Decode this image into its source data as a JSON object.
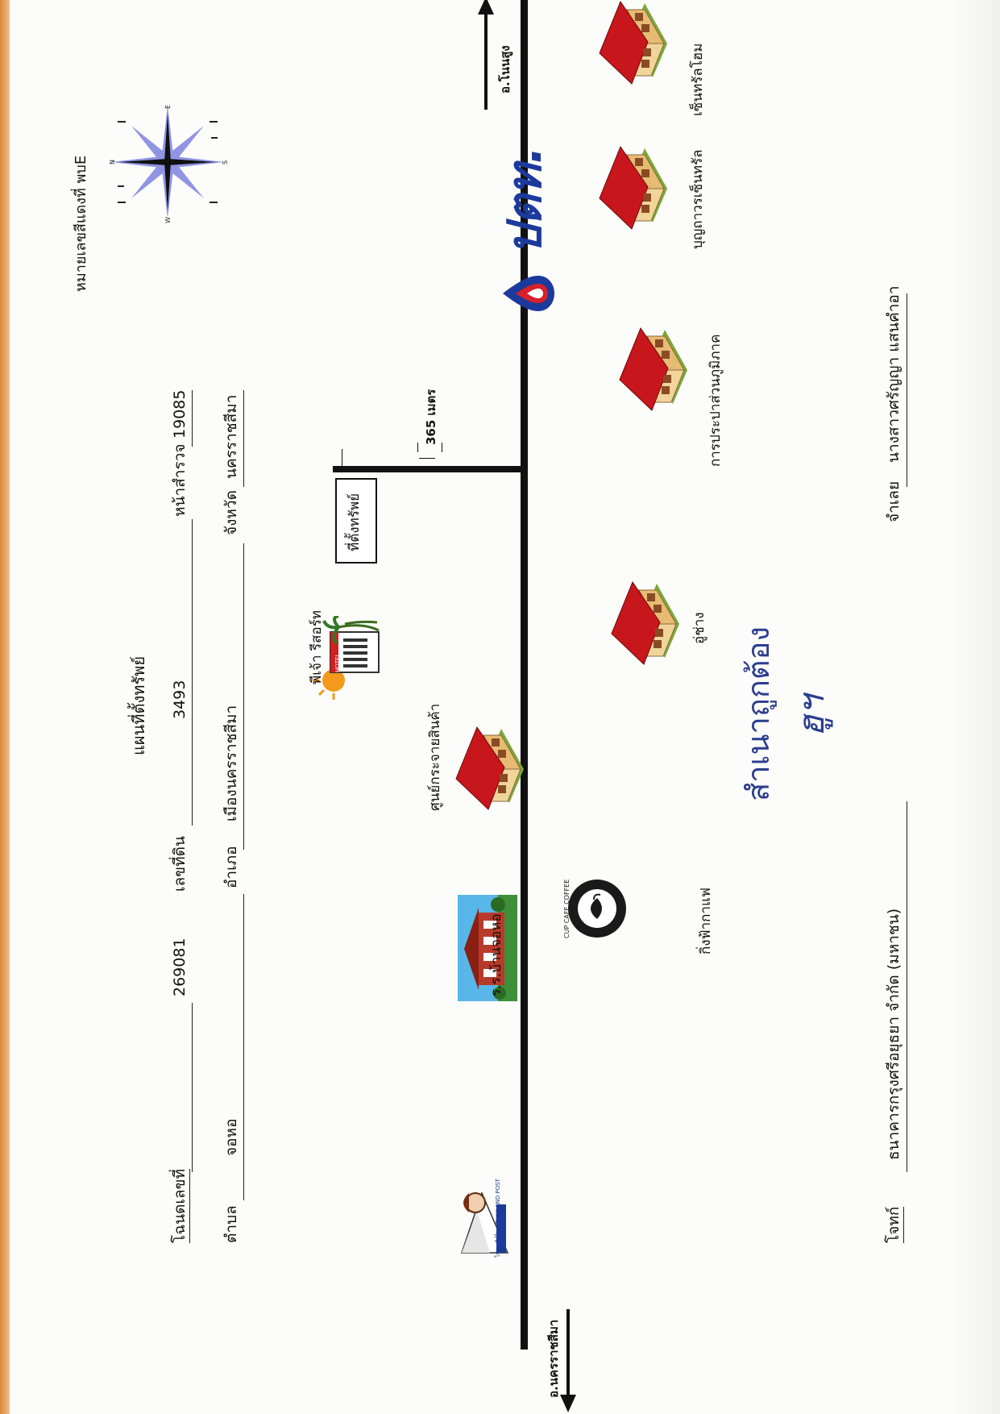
{
  "header": {
    "title": "แผนที่ตั้งทรัพย์",
    "marker_note": "หมายเลขสีแดงที่ พบE"
  },
  "fields": {
    "deed_label": "โฉนดเลขที่",
    "deed_value": "269081",
    "land_no_label": "เลขที่ดิน",
    "land_no_value": "3493",
    "survey_label": "หน้าสำรวจ",
    "survey_value": "19085",
    "subdistrict_label": "ตำบล",
    "subdistrict_value": "จอหอ",
    "district_label": "อำเภอ",
    "district_value": "เมืองนครราชสีมา",
    "province_label": "จังหวัด",
    "province_value": "นครราชสีมา"
  },
  "map": {
    "direction_left": "อ.นครราชสีมา",
    "direction_right": "อ.โนนสูง",
    "distance_label": "365 เมตร",
    "property_label": "ที่ตั้งทรัพย์",
    "brand_ptt": "ปตท.",
    "cafe_logo_text": "CUP CAFE COFFEE",
    "post_logo_text": "ไปรษณีย์ไทย THAILAND POST",
    "hotel_sign": "HOTEL",
    "landmarks": [
      {
        "key": "school",
        "label": "ร.ร.บ้านจอหอ"
      },
      {
        "key": "cafe",
        "label": "กิ่งฟ้ากาแฟ"
      },
      {
        "key": "distribution",
        "label": "ศูนย์กระจายสินค้า"
      },
      {
        "key": "hotel",
        "label": "พีเจ้า รีสอร์ท"
      },
      {
        "key": "garage",
        "label": "อู่ช่าง"
      },
      {
        "key": "pwa",
        "label": "การประปาส่วนภูมิภาค"
      },
      {
        "key": "boonthawee",
        "label": "บุญถาวรเซ็นทรัล"
      },
      {
        "key": "sinthorn",
        "label": "เซ็นทรัลโฮม"
      }
    ]
  },
  "certification": {
    "stamp": "สำเนาถูกต้อง",
    "signature": "ฮูฯ"
  },
  "footer": {
    "plaintiff_label": "โจทก์",
    "plaintiff_value": "ธนาคารกรุงศรีอยุธยา จำกัด (มหาชน)",
    "defendant_label": "จำเลย",
    "defendant_value": "นางสาวศรัญญา แสนคำอา"
  },
  "colors": {
    "roof": "#c8161d",
    "wall": "#f1d49a",
    "ptt_blue": "#1b3a9c",
    "signature_blue": "#2b3d8f"
  }
}
